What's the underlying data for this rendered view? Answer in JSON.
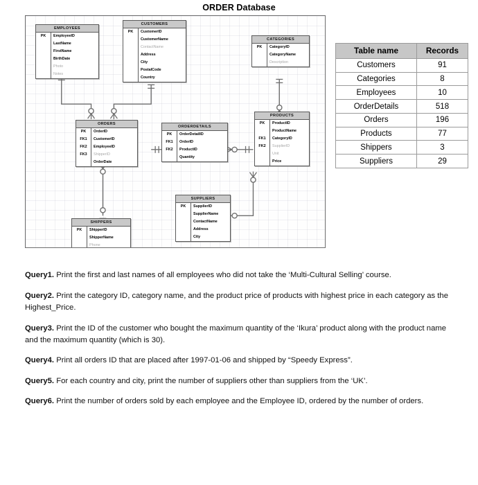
{
  "title": "ORDER Database",
  "diagram": {
    "entities": [
      {
        "name": "EMPLOYEES",
        "keys": [
          "PK",
          "",
          "",
          "",
          "",
          ""
        ],
        "fields": [
          {
            "text": "EmployeeID",
            "dim": false
          },
          {
            "text": "LastName",
            "dim": false
          },
          {
            "text": "FirstName",
            "dim": false
          },
          {
            "text": "BirthDate",
            "dim": false
          },
          {
            "text": "Photo",
            "dim": true
          },
          {
            "text": "Notes",
            "dim": true
          }
        ]
      },
      {
        "name": "CUSTOMERS",
        "keys": [
          "PK",
          "",
          "",
          "",
          "",
          "",
          ""
        ],
        "fields": [
          {
            "text": "CustomerID",
            "dim": false
          },
          {
            "text": "CustomerName",
            "dim": false
          },
          {
            "text": "ContactName",
            "dim": true
          },
          {
            "text": "Address",
            "dim": false
          },
          {
            "text": "City",
            "dim": false
          },
          {
            "text": "PostalCode",
            "dim": false
          },
          {
            "text": "Country",
            "dim": false
          }
        ]
      },
      {
        "name": "CATEGORIES",
        "keys": [
          "PK",
          "",
          ""
        ],
        "fields": [
          {
            "text": "CategoryID",
            "dim": false
          },
          {
            "text": "CategoryName",
            "dim": false
          },
          {
            "text": "Description",
            "dim": true
          }
        ]
      },
      {
        "name": "ORDERS",
        "keys": [
          "PK",
          "FK1",
          "FK2",
          "FK3",
          ""
        ],
        "fields": [
          {
            "text": "OrderID",
            "dim": false
          },
          {
            "text": "CustomerID",
            "dim": false
          },
          {
            "text": "EmployeeID",
            "dim": false
          },
          {
            "text": "ShipperID",
            "dim": true
          },
          {
            "text": "OrderDate",
            "dim": false
          }
        ]
      },
      {
        "name": "ORDERDETAILS",
        "keys": [
          "PK",
          "FK1",
          "FK2",
          ""
        ],
        "fields": [
          {
            "text": "OrderDetailID",
            "dim": false
          },
          {
            "text": "OrderID",
            "dim": false
          },
          {
            "text": "ProductID",
            "dim": false
          },
          {
            "text": "Quantity",
            "dim": false
          }
        ]
      },
      {
        "name": "PRODUCTS",
        "keys": [
          "PK",
          "",
          "FK1",
          "FK2",
          "",
          ""
        ],
        "fields": [
          {
            "text": "ProductID",
            "dim": false
          },
          {
            "text": "ProductName",
            "dim": false
          },
          {
            "text": "CategoryID",
            "dim": false
          },
          {
            "text": "SupplierID",
            "dim": true
          },
          {
            "text": "Unit",
            "dim": true
          },
          {
            "text": "Price",
            "dim": false
          }
        ]
      },
      {
        "name": "SUPPLIERS",
        "keys": [
          "PK",
          "",
          "",
          "",
          ""
        ],
        "fields": [
          {
            "text": "SupplierID",
            "dim": false
          },
          {
            "text": "SupplierName",
            "dim": false
          },
          {
            "text": "ContactName",
            "dim": false
          },
          {
            "text": "Address",
            "dim": false
          },
          {
            "text": "City",
            "dim": false
          }
        ]
      },
      {
        "name": "SHIPPERS",
        "keys": [
          "PK",
          "",
          ""
        ],
        "fields": [
          {
            "text": "ShipperID",
            "dim": false
          },
          {
            "text": "ShipperName",
            "dim": false
          },
          {
            "text": "Phone",
            "dim": true
          }
        ]
      }
    ]
  },
  "records_table": {
    "headers": [
      "Table name",
      "Records"
    ],
    "rows": [
      [
        "Customers",
        "91"
      ],
      [
        "Categories",
        "8"
      ],
      [
        "Employees",
        "10"
      ],
      [
        "OrderDetails",
        "518"
      ],
      [
        "Orders",
        "196"
      ],
      [
        "Products",
        "77"
      ],
      [
        "Shippers",
        "3"
      ],
      [
        "Suppliers",
        "29"
      ]
    ]
  },
  "queries": [
    {
      "label": "Query1.",
      "text": " Print the first and last names of all employees who did not take the ‘Multi-Cultural Selling’ course."
    },
    {
      "label": "Query2.",
      "text": " Print the category ID, category name, and the product price of products with highest price in each category as the Highest_Price."
    },
    {
      "label": "Query3.",
      "text": " Print the ID of the customer who bought the maximum quantity of the ‘Ikura’ product along with the product name and the maximum quantity (which is 30)."
    },
    {
      "label": "Query4.",
      "text": " Print all orders ID that are placed after 1997-01-06 and shipped by “Speedy Express”."
    },
    {
      "label": "Query5.",
      "text": " For each country and city, print the number of suppliers other than suppliers from the ‘UK’."
    },
    {
      "label": "Query6.",
      "text": " Print the number of orders sold by each employee and the Employee ID, ordered by the number of orders."
    }
  ],
  "colors": {
    "entity_header": "#c9c9c9",
    "table_header": "#c7c7c7",
    "border": "#5a5a5a",
    "dim_text": "#a8a8a8"
  }
}
